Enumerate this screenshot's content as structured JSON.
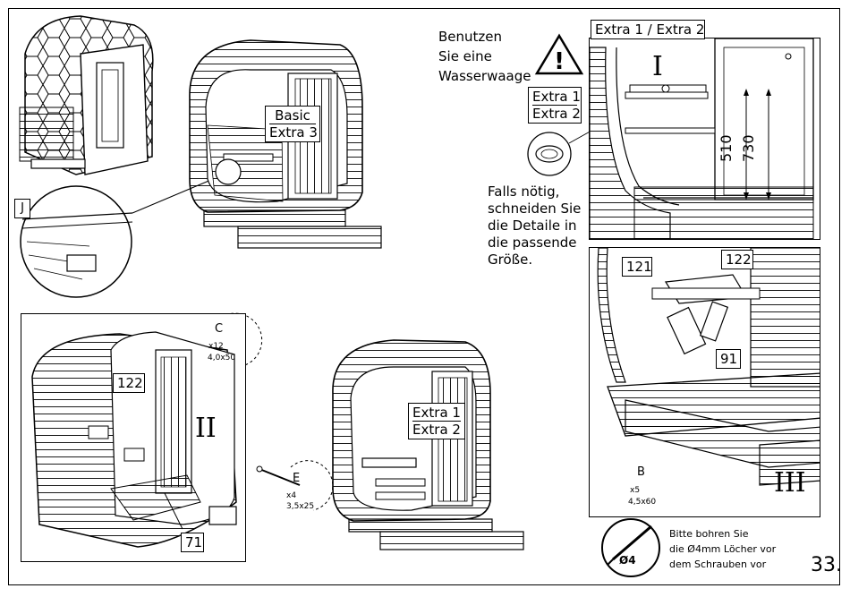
{
  "page_number": "33.",
  "instruction_level": {
    "line1": "Benutzen",
    "line2": "Sie eine",
    "line3": "Wasserwaage"
  },
  "instruction_cut": {
    "line1": "Falls nötig,",
    "line2": "schneiden Sie",
    "line3": "die Detaile in",
    "line4": "die passende",
    "line5": "Größe."
  },
  "instruction_drill": {
    "line1": "Bitte bohren Sie",
    "line2": "die Ø4mm Löcher vor",
    "line3": "dem Schrauben vor",
    "drill_label": "Ø4"
  },
  "labels": {
    "basic": "Basic",
    "extra3": "Extra 3",
    "extra1": "Extra 1",
    "extra2": "Extra 2",
    "extra12_header": "Extra 1 / Extra 2",
    "part_j": "J",
    "part_122": "122",
    "part_71": "71",
    "part_121": "121",
    "part_91": "91"
  },
  "roman": {
    "one": "I",
    "two": "II",
    "three": "III"
  },
  "dimensions": {
    "h1": "510",
    "h2": "730"
  },
  "screws": {
    "c": {
      "letter": "C",
      "qty": "x12",
      "size": "4,0x50"
    },
    "e": {
      "letter": "E",
      "qty": "x4",
      "size": "3,5x25"
    },
    "b": {
      "letter": "B",
      "qty": "x5",
      "size": "4,5x60"
    }
  }
}
